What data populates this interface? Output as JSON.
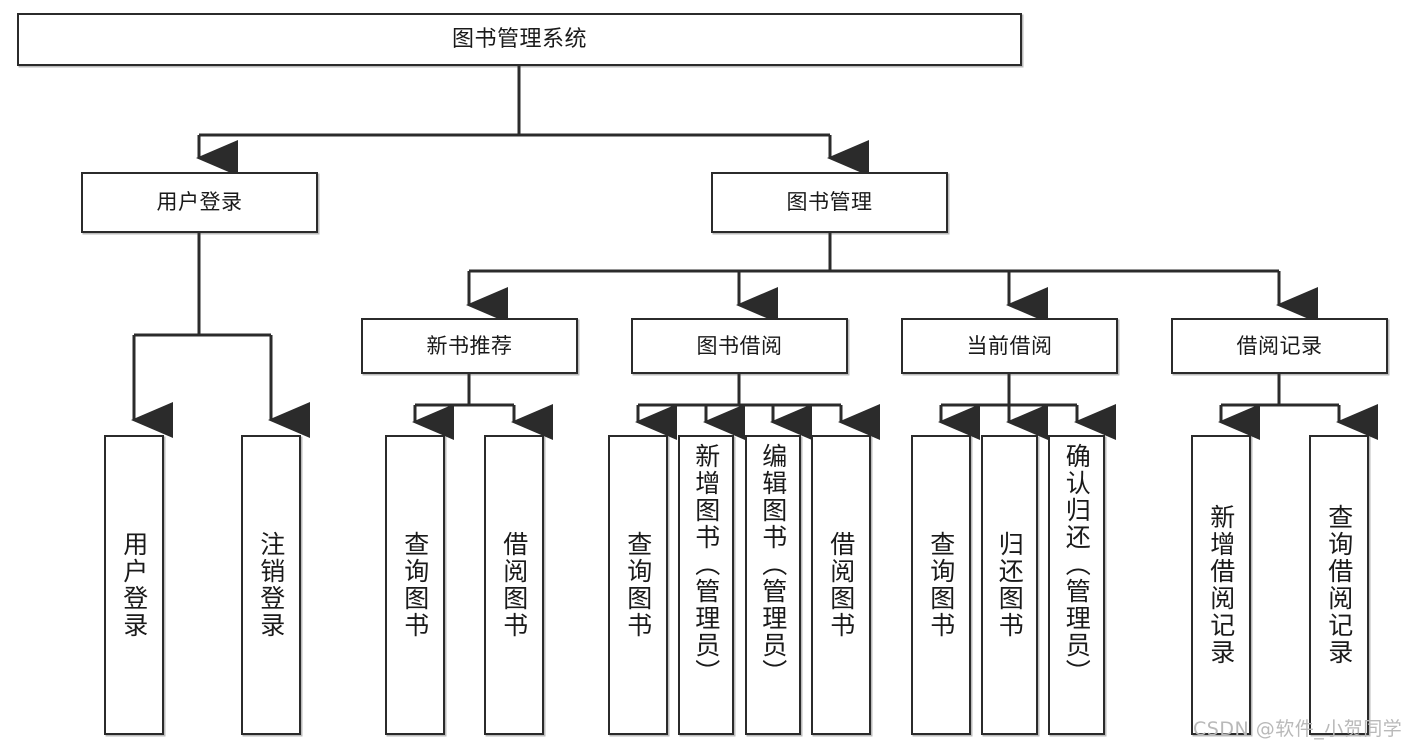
{
  "diagram": {
    "title": "图书管理系统",
    "type": "tree-hierarchy",
    "colors": {
      "background": "#ffffff",
      "box_border": "#2b2b2b",
      "box_fill": "#ffffff",
      "connector": "#2b2b2b",
      "text": "#1a1a1a",
      "watermark": "#b9b9b9"
    },
    "levels": {
      "root": [
        "图书管理系统"
      ],
      "level2": [
        "用户登录",
        "图书管理"
      ],
      "level3": [
        "新书推荐",
        "图书借阅",
        "当前借阅",
        "借阅记录"
      ],
      "leaves": [
        "用户登录",
        "注销登录",
        "查询图书",
        "借阅图书",
        "查询图书",
        "新增图书（管理员）",
        "编辑图书（管理员）",
        "借阅图书",
        "查询图书",
        "归还图书",
        "确认归还（管理员）",
        "新增借阅记录",
        "查询借阅记录"
      ]
    }
  },
  "root": {
    "label": "图书管理系统"
  },
  "branch_user": {
    "label": "用户登录",
    "children": [
      {
        "label": "用户登录"
      },
      {
        "label": "注销登录"
      }
    ]
  },
  "branch_book": {
    "label": "图书管理",
    "groups": [
      {
        "label": "新书推荐",
        "children": [
          {
            "label": "查询图书"
          },
          {
            "label": "借阅图书"
          }
        ]
      },
      {
        "label": "图书借阅",
        "children": [
          {
            "label": "查询图书"
          },
          {
            "label": "新增图书（管理员）"
          },
          {
            "label": "编辑图书（管理员）"
          },
          {
            "label": "借阅图书"
          }
        ]
      },
      {
        "label": "当前借阅",
        "children": [
          {
            "label": "查询图书"
          },
          {
            "label": "归还图书"
          },
          {
            "label": "确认归还（管理员）"
          }
        ]
      },
      {
        "label": "借阅记录",
        "children": [
          {
            "label": "新增借阅记录"
          },
          {
            "label": "查询借阅记录"
          }
        ]
      }
    ]
  },
  "watermark": {
    "text": "CSDN @软件_小贺同学"
  }
}
